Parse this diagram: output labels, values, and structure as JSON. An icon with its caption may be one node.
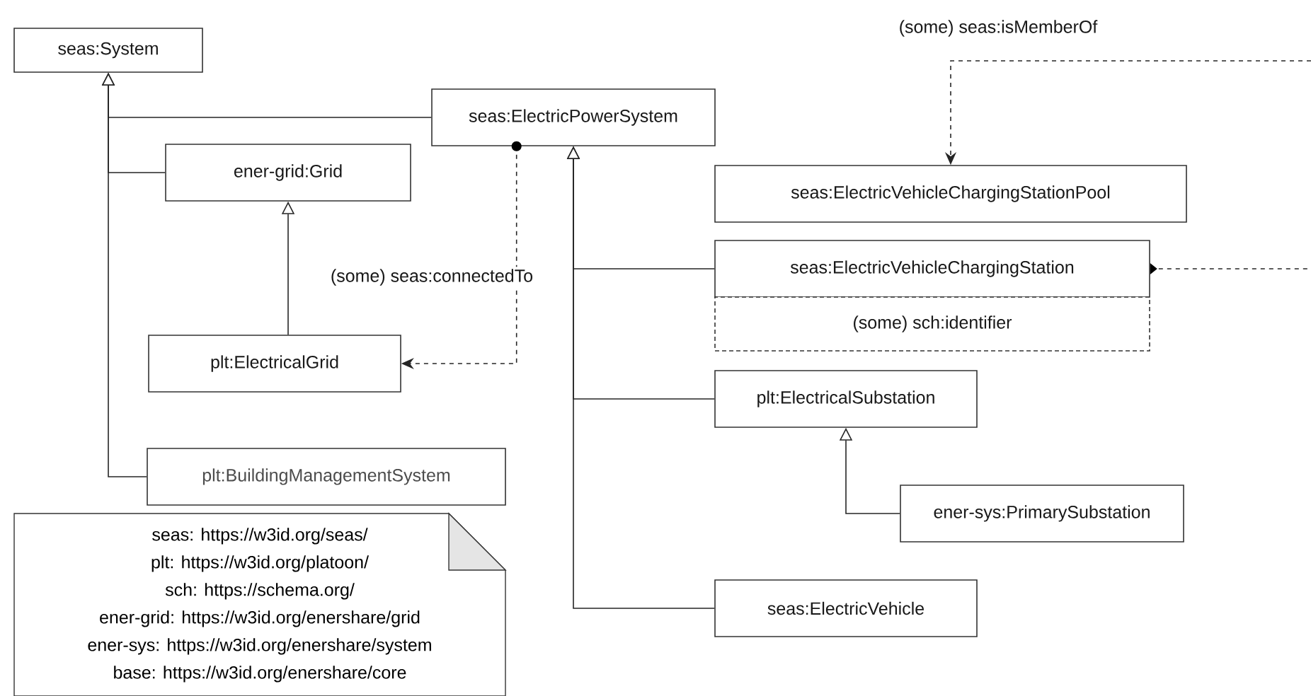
{
  "diagram": {
    "nodes": [
      {
        "text": [
          "seas:System"
        ]
      },
      {
        "text": [
          "seas:ElectricPowerSystem"
        ]
      },
      {
        "text": [
          "ener-grid:Grid"
        ]
      },
      {
        "text": [
          "plt:ElectricalGrid"
        ]
      },
      {
        "text": [
          "plt:BuildingManagementSystem"
        ]
      },
      {
        "text": [
          "seas: https://w3id.org/seas/",
          "plt: https://w3id.org/platoon/",
          "sch: https://schema.org/",
          "ener-grid: https://w3id.org/enershare/grid",
          "ener-sys: https://w3id.org/enershare/system",
          "base: https://w3id.org/enershare/core"
        ]
      },
      {
        "text": [
          "seas:ElectricVehicleChargingStationPool"
        ]
      },
      {
        "text": [
          "seas:ElectricVehicleChargingStation"
        ]
      },
      {
        "text": [
          "(some) sch:identifier"
        ]
      },
      {
        "text": [
          "plt:ElectricalSubstation"
        ]
      },
      {
        "text": [
          "ener-sys:PrimarySubstation"
        ]
      },
      {
        "text": [
          "seas:ElectricVehicle"
        ]
      }
    ],
    "edges": [
      {
        "from": 1,
        "to": 0,
        "arrow": "to"
      },
      {
        "from": 2,
        "to": 0,
        "arrow": "to"
      },
      {
        "from": 4,
        "to": 0,
        "arrow": "to"
      },
      {
        "from": 3,
        "to": 2,
        "arrow": "to"
      },
      {
        "from": 7,
        "to": 1,
        "arrow": "to"
      },
      {
        "from": 9,
        "to": 1,
        "arrow": "to"
      },
      {
        "from": 11,
        "to": 1,
        "arrow": "to"
      },
      {
        "from": 10,
        "to": 9,
        "arrow": "to"
      },
      {
        "from": 1,
        "to": 3,
        "arrow": "to",
        "style": "dashed",
        "label": "(some) seas:connectedTo"
      },
      {
        "from": null,
        "to": 6,
        "arrow": "to",
        "style": "dashed",
        "label": "(some) seas:isMemberOf"
      },
      {
        "from": 7,
        "to": null,
        "arrow": "other",
        "style": "dashed"
      }
    ]
  }
}
